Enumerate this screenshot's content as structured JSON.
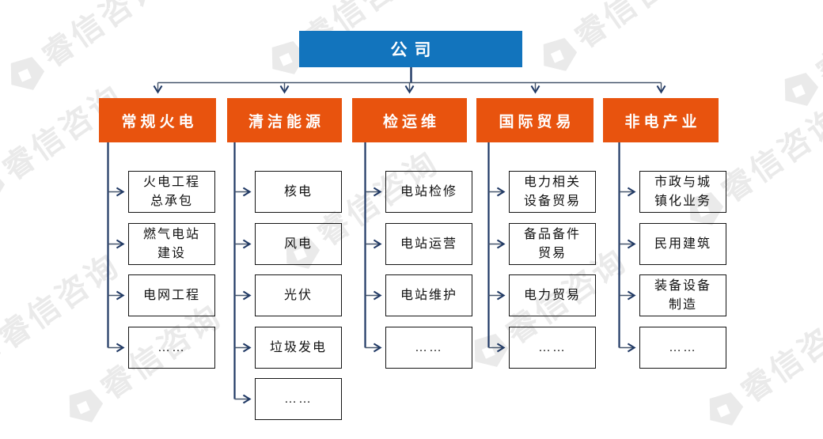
{
  "root": {
    "label": "公司"
  },
  "columns": [
    {
      "header": "常规火电",
      "children": [
        "火电工程\n总承包",
        "燃气电站\n建设",
        "电网工程",
        "……"
      ]
    },
    {
      "header": "清洁能源",
      "children": [
        "核电",
        "风电",
        "光伏",
        "垃圾发电",
        "……"
      ]
    },
    {
      "header": "检运维",
      "children": [
        "电站检修",
        "电站运营",
        "电站维护",
        "……"
      ]
    },
    {
      "header": "国际贸易",
      "children": [
        "电力相关\n设备贸易",
        "备品备件\n贸易",
        "电力贸易",
        "……"
      ]
    },
    {
      "header": "非电产业",
      "children": [
        "市政与城\n镇化业务",
        "民用建筑",
        "装备设备\n制造",
        "……"
      ]
    }
  ],
  "watermark": {
    "text": "睿信咨询"
  },
  "colors": {
    "root_blue": "#1274BD",
    "branch_orange": "#E8530E",
    "connector_dark": "#1F3864",
    "connector_light": "#44546A",
    "watermark_gray": "#EAEAEA"
  }
}
